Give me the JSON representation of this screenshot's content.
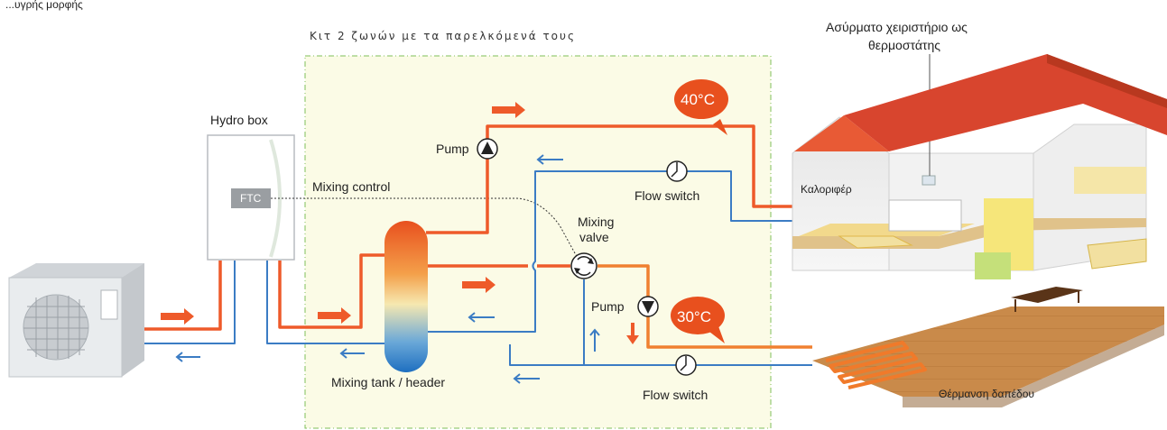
{
  "top_partial_text": "...υγρής μορφής",
  "kit_label": "Κιτ 2 ζωνών με τα παρελκόμενά τους",
  "hydro_box_label": "Hydro box",
  "ftc_label": "FTC",
  "mixing_control_label": "Mixing control",
  "pump_top_label": "Pump",
  "pump_bottom_label": "Pump",
  "flow_switch_top_label": "Flow switch",
  "flow_switch_bottom_label": "Flow switch",
  "mixing_valve_label_line1": "Mixing",
  "mixing_valve_label_line2": "valve",
  "mixing_tank_label": "Mixing tank / header",
  "temp_high": "40°C",
  "temp_low": "30°C",
  "thermostat_label_line1": "Ασύρματο χειριστήριο ως",
  "thermostat_label_line2": "θερμοστάτης",
  "radiator_label": "Καλοριφέρ",
  "floor_heating_label": "Θέρμανση δαπέδου",
  "colors": {
    "hot_pipe": "#ee5a2a",
    "warm_pipe": "#f08030",
    "cold_pipe": "#3b7cc4",
    "kit_background": "#fbfbe6",
    "kit_border": "#7fbf5a",
    "roof": "#d8452e"
  }
}
